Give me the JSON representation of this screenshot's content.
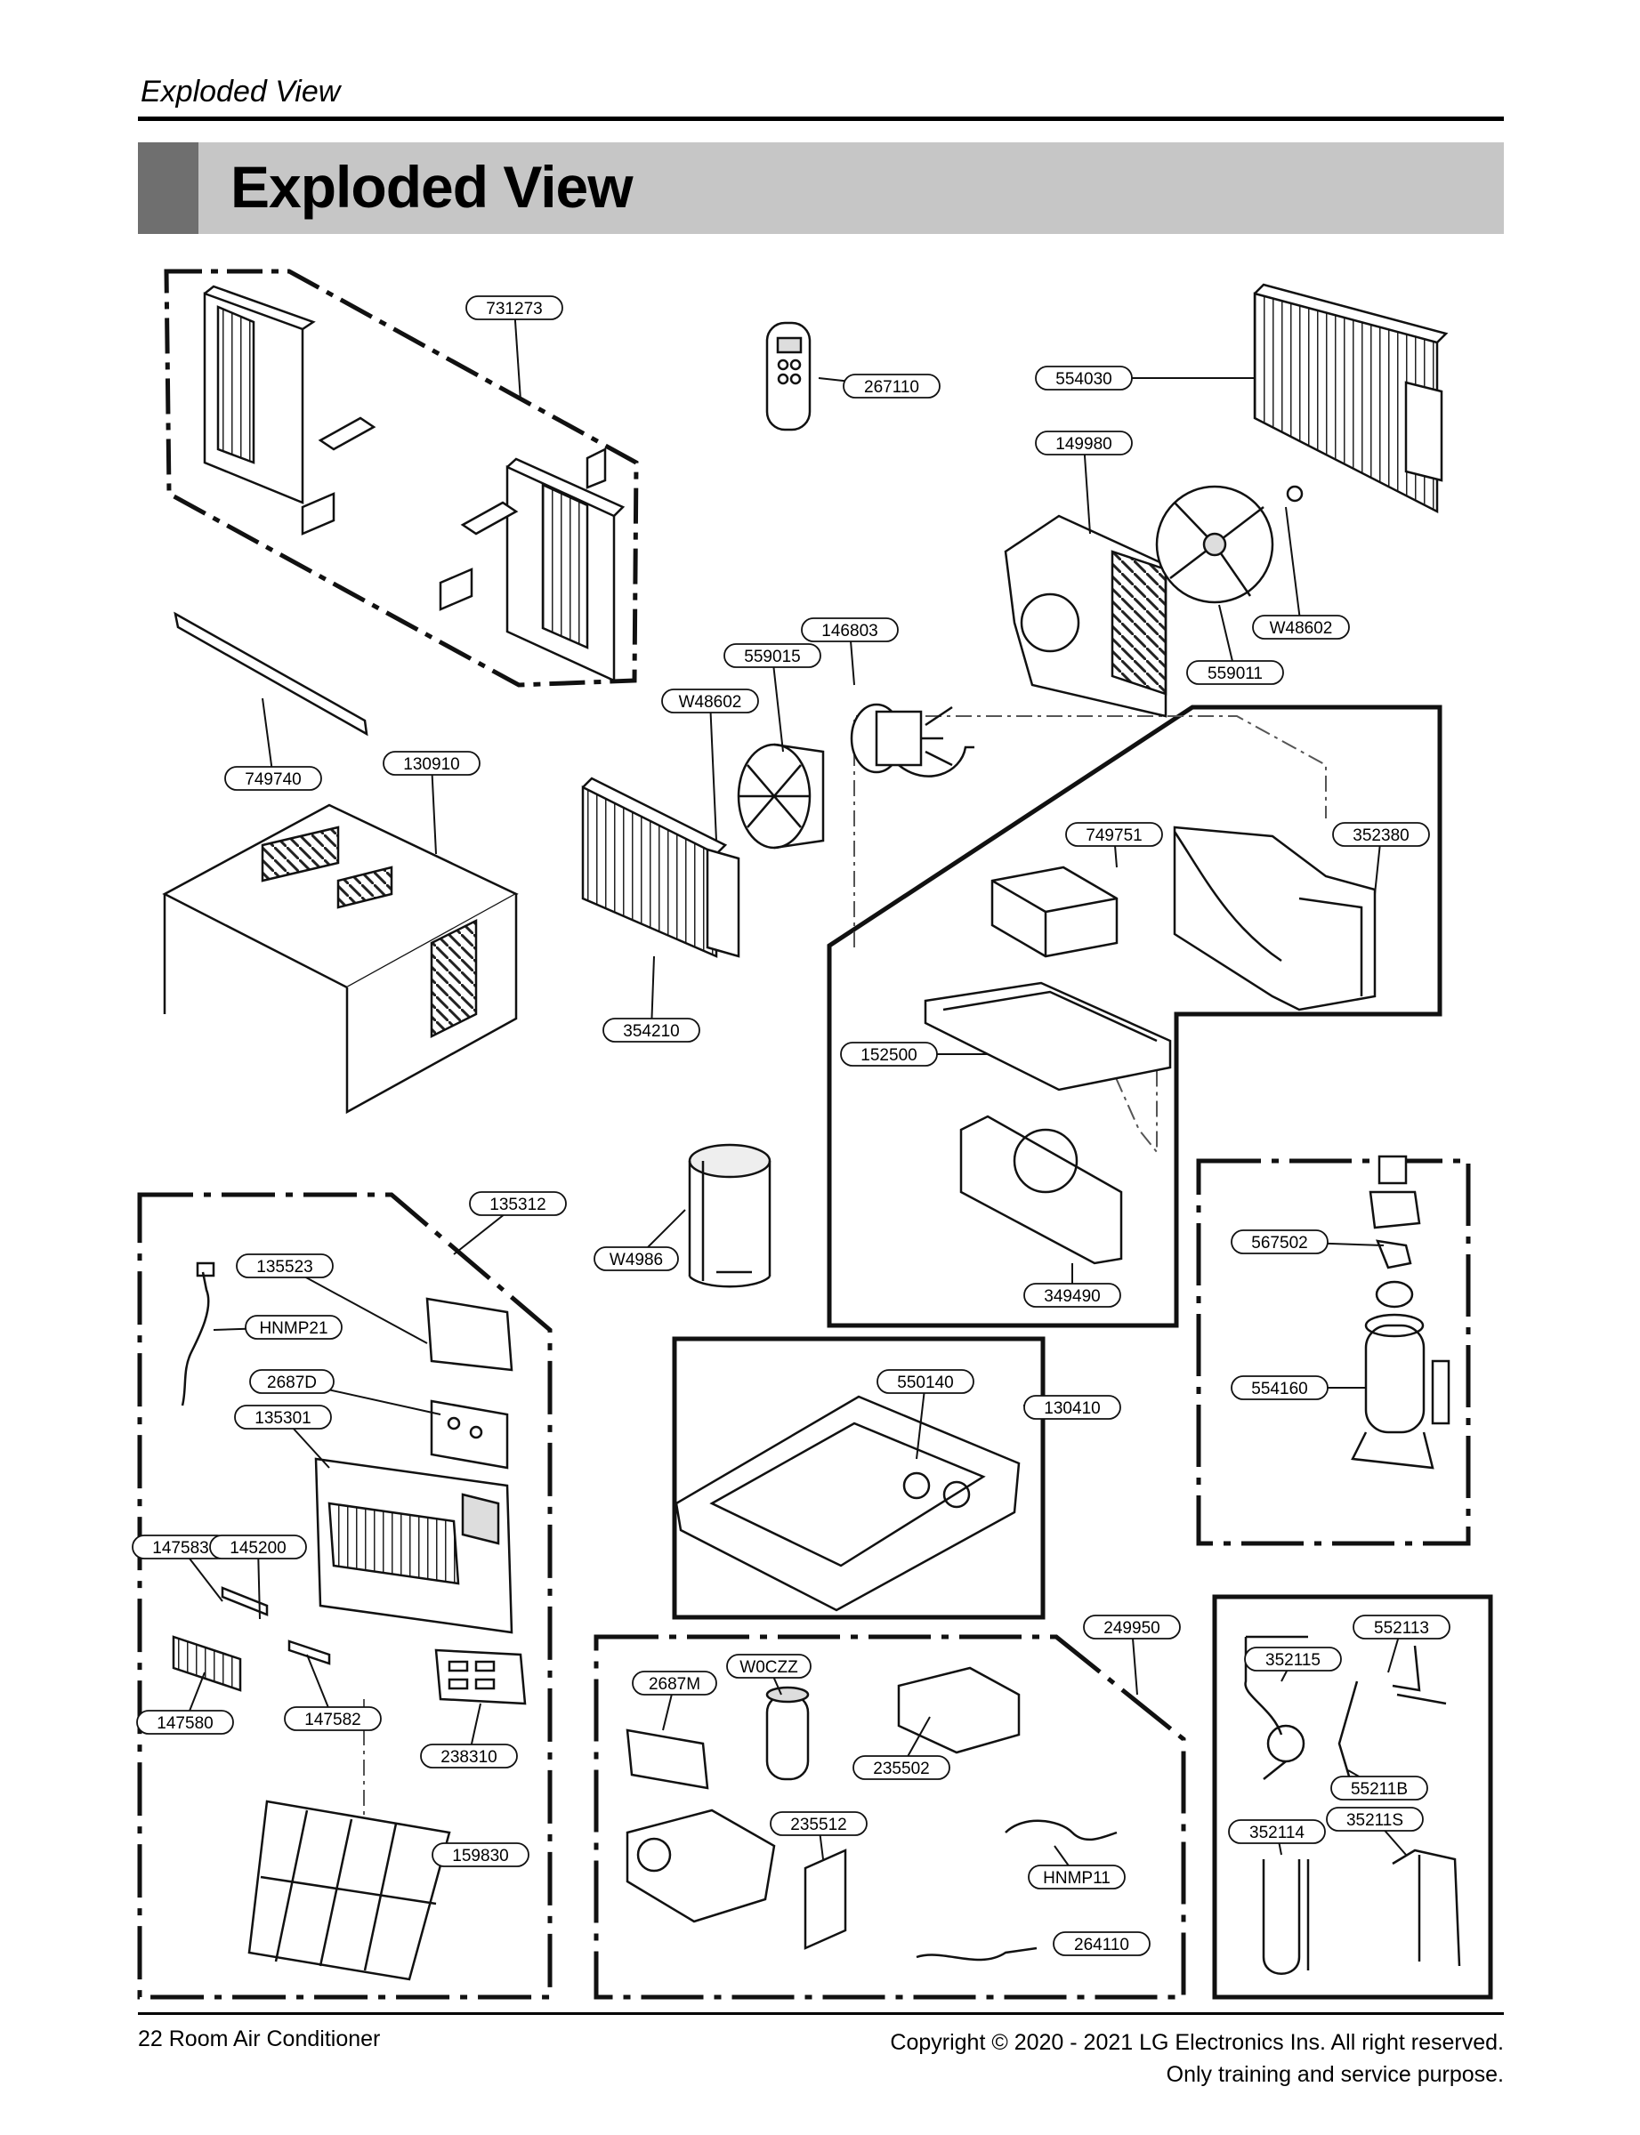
{
  "header": {
    "running_title": "Exploded View",
    "section_title": "Exploded View"
  },
  "parts": [
    "731273",
    "267110",
    "554030",
    "149980",
    "W48602",
    "559011",
    "146803",
    "559015",
    "W48602",
    "749740",
    "130910",
    "749751",
    "352380",
    "354210",
    "152500",
    "135312",
    "W4986",
    "135523",
    "HNMP21",
    "567502",
    "349490",
    "2687D",
    "550140",
    "130410",
    "135301",
    "554160",
    "147583",
    "145200",
    "249950",
    "552113",
    "W0CZZ",
    "352115",
    "2687M",
    "147580",
    "147582",
    "235502",
    "55211B",
    "238310",
    "235512",
    "352114",
    "35211S",
    "159830",
    "HNMP11",
    "264110"
  ],
  "footer": {
    "left": "22 Room Air Conditioner",
    "copyright": "Copyright © 2020 - 2021  LG Electronics Ins. All right reserved.",
    "purpose": "Only training and service purpose."
  }
}
